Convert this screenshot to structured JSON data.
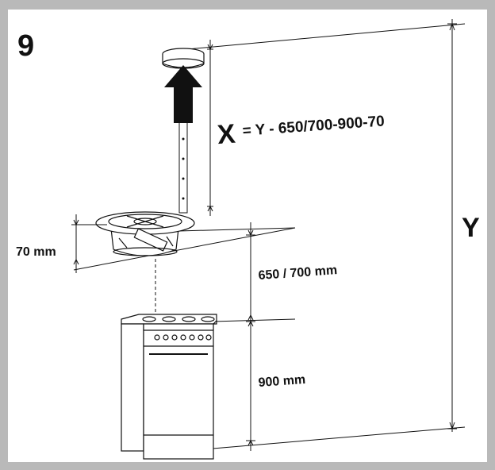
{
  "figure": {
    "step_number": "9",
    "formula_var": "X",
    "formula_expr": "= Y - 650/700-900-70",
    "total_height_label": "Y",
    "hood_height_label": "70 mm",
    "clearance_label": "650 / 700 mm",
    "cooker_height_label": "900 mm"
  },
  "colors": {
    "frame": "#b9b9b9",
    "ink": "#111111",
    "arrow": "#111111"
  }
}
